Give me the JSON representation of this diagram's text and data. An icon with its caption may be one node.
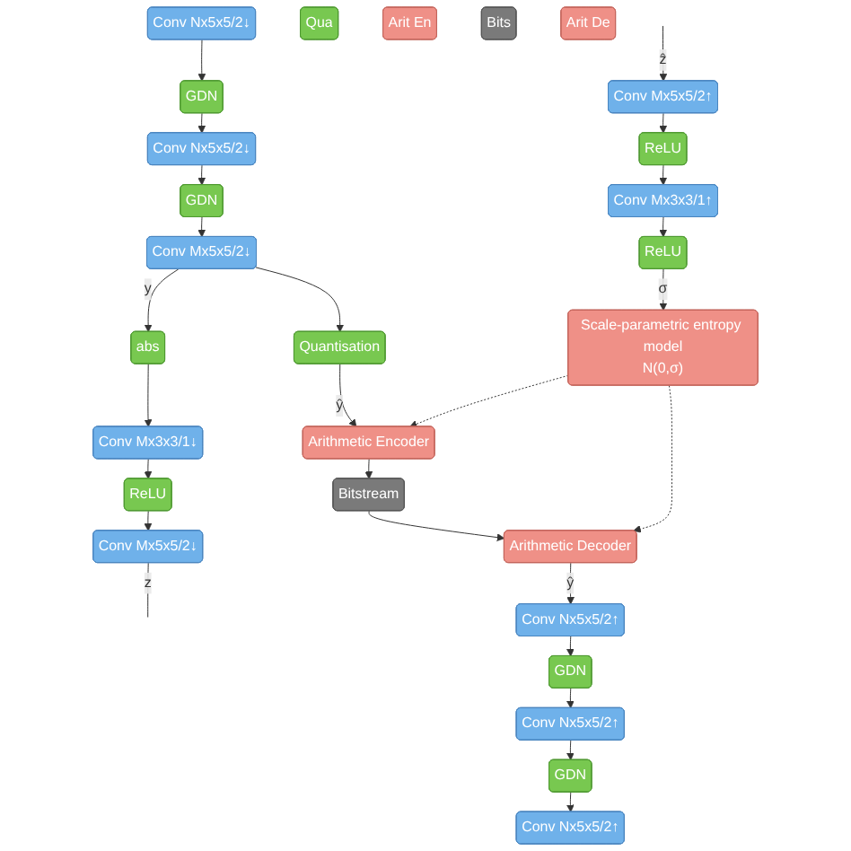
{
  "diagram": {
    "nodes": [
      {
        "text": [
          "Conv Nx5x5/2↓"
        ]
      },
      {
        "text": [
          "GDN"
        ]
      },
      {
        "text": [
          "Conv Nx5x5/2↓"
        ]
      },
      {
        "text": [
          "GDN"
        ]
      },
      {
        "text": [
          "Conv Mx5x5/2↓"
        ]
      },
      {
        "text": [
          "abs"
        ]
      },
      {
        "text": [
          "Conv Mx3x3/1↓"
        ]
      },
      {
        "text": [
          "ReLU"
        ]
      },
      {
        "text": [
          "Conv Mx5x5/2↓"
        ]
      },
      {
        "text": [
          "Quantisation"
        ]
      },
      {
        "text": [
          "Arithmetic Encoder"
        ]
      },
      {
        "text": [
          "Bitstream"
        ]
      },
      {
        "text": [
          "Arithmetic Decoder"
        ]
      },
      {
        "text": [
          "Scale-parametric entropy model",
          "N(0,σ)"
        ]
      },
      {
        "text": [
          "Conv Nx5x5/2↑"
        ]
      },
      {
        "text": [
          "GDN"
        ]
      },
      {
        "text": [
          "Conv Nx5x5/2↑"
        ]
      },
      {
        "text": [
          "GDN"
        ]
      },
      {
        "text": [
          "Conv Nx5x5/2↑"
        ]
      },
      {
        "text": [
          "ReLU"
        ]
      },
      {
        "text": [
          "Conv Mx3x3/1↑"
        ]
      },
      {
        "text": [
          "ReLU"
        ]
      },
      {
        "text": [
          "Conv Mx5x5/2↑"
        ]
      },
      {
        "text": [
          "Qua"
        ]
      },
      {
        "text": [
          "Arit En"
        ]
      },
      {
        "text": [
          "Bits"
        ]
      },
      {
        "text": [
          "Arit De"
        ]
      }
    ],
    "edges": [
      {
        "from": 0,
        "to": 1,
        "arrow": "to"
      },
      {
        "from": 1,
        "to": 2,
        "arrow": "to"
      },
      {
        "from": 2,
        "to": 3,
        "arrow": "to"
      },
      {
        "from": 3,
        "to": 4,
        "arrow": "to"
      },
      {
        "from": 4,
        "to": 5,
        "arrow": "to",
        "label": "y"
      },
      {
        "from": 4,
        "to": 9,
        "arrow": "to"
      },
      {
        "from": 5,
        "to": 6,
        "arrow": "to"
      },
      {
        "from": 6,
        "to": 7,
        "arrow": "to"
      },
      {
        "from": 7,
        "to": 8,
        "arrow": "to"
      },
      {
        "from": 8,
        "to": null,
        "arrow": "none",
        "label": "z"
      },
      {
        "from": 9,
        "to": 10,
        "arrow": "to",
        "label": "ŷ"
      },
      {
        "from": 10,
        "to": 11,
        "arrow": "to"
      },
      {
        "from": 11,
        "to": 12,
        "arrow": "to"
      },
      {
        "from": 13,
        "to": 10,
        "arrow": "to",
        "style": "dashed"
      },
      {
        "from": 13,
        "to": 12,
        "arrow": "to",
        "style": "dashed"
      },
      {
        "from": 12,
        "to": 18,
        "arrow": "to",
        "label": "ŷ"
      },
      {
        "from": 18,
        "to": 17,
        "arrow": "to"
      },
      {
        "from": 17,
        "to": 16,
        "arrow": "to"
      },
      {
        "from": 16,
        "to": 15,
        "arrow": "to"
      },
      {
        "from": 15,
        "to": 14,
        "arrow": "to"
      },
      {
        "from": null,
        "to": 22,
        "arrow": "to",
        "label": "ẑ"
      },
      {
        "from": 22,
        "to": 21,
        "arrow": "to"
      },
      {
        "from": 21,
        "to": 20,
        "arrow": "to"
      },
      {
        "from": 20,
        "to": 19,
        "arrow": "to"
      },
      {
        "from": 19,
        "to": 13,
        "arrow": "to",
        "label": "σ"
      }
    ]
  }
}
